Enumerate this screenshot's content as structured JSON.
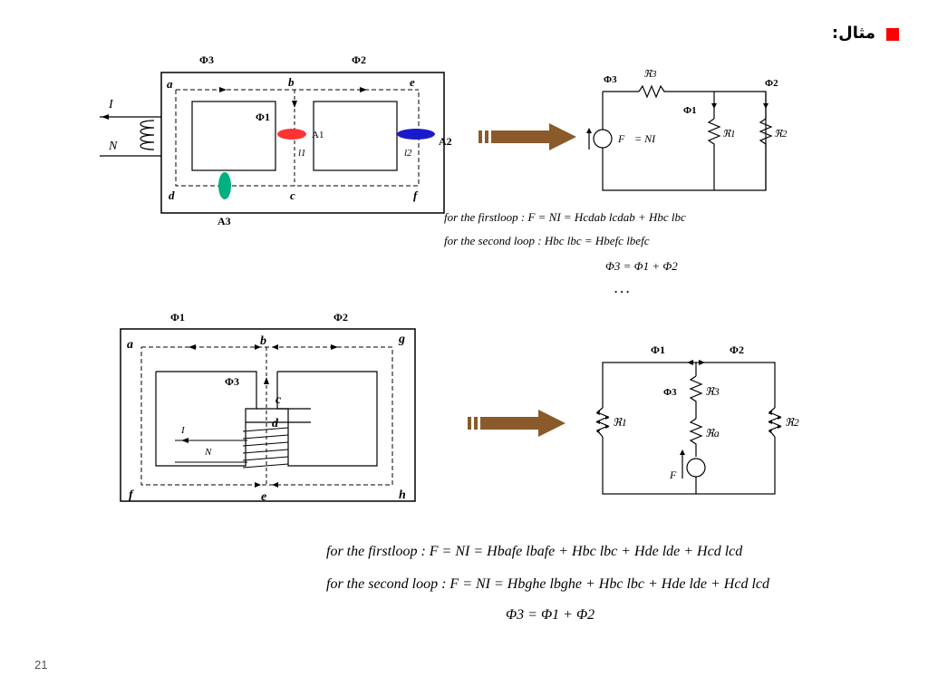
{
  "header": {
    "title": "مثال:",
    "bullet_color": "#ff0000"
  },
  "page_number": "21",
  "diagram1": {
    "flux3": "Φ3",
    "flux2": "Φ2",
    "flux1": "Φ1",
    "nodes": {
      "a": "a",
      "b": "b",
      "c": "c",
      "d": "d",
      "e": "e",
      "f": "f"
    },
    "current": "I",
    "turns": "N",
    "area1": "A1",
    "area2": "A2",
    "area3": "A3",
    "len1": "l1",
    "len2": "l2",
    "area_colors": {
      "A1": "#ff3333",
      "A2": "#1a1acc",
      "A3": "#00b080"
    }
  },
  "circuit1": {
    "flux3": "Φ3",
    "flux1": "Φ1",
    "flux2": "Φ2",
    "r3": "ℜ3",
    "r1": "ℜ1",
    "r2": "ℜ2",
    "source": "F",
    "source_eq": "= NI"
  },
  "equations1": {
    "line1": "for the firstloop : F = NI = Hcdab lcdab + Hbc lbc",
    "line2": "for the second loop : Hbc lbc = Hbefc lbefc",
    "line3": "Φ3 = Φ1 + Φ2",
    "dots": ".     .     ."
  },
  "diagram2": {
    "flux1": "Φ1",
    "flux2": "Φ2",
    "flux3": "Φ3",
    "nodes": {
      "a": "a",
      "b": "b",
      "c": "c",
      "d": "d",
      "e": "e",
      "f": "f",
      "g": "g",
      "h": "h"
    },
    "current": "I",
    "turns": "N"
  },
  "circuit2": {
    "flux1": "Φ1",
    "flux2": "Φ2",
    "flux3": "Φ3",
    "r1": "ℜ1",
    "r2": "ℜ2",
    "r3": "ℜ3",
    "ra": "ℜa",
    "source": "F"
  },
  "equations2": {
    "line1": "for the firstloop : F = NI = Hbafe lbafe + Hbc lbc + Hde lde + Hcd lcd",
    "line2": "for the second loop : F = NI = Hbghe lbghe + Hbc lbc + Hde lde + Hcd lcd",
    "line3": "Φ3 = Φ1 + Φ2"
  },
  "arrow_color": "#8b5a2b"
}
